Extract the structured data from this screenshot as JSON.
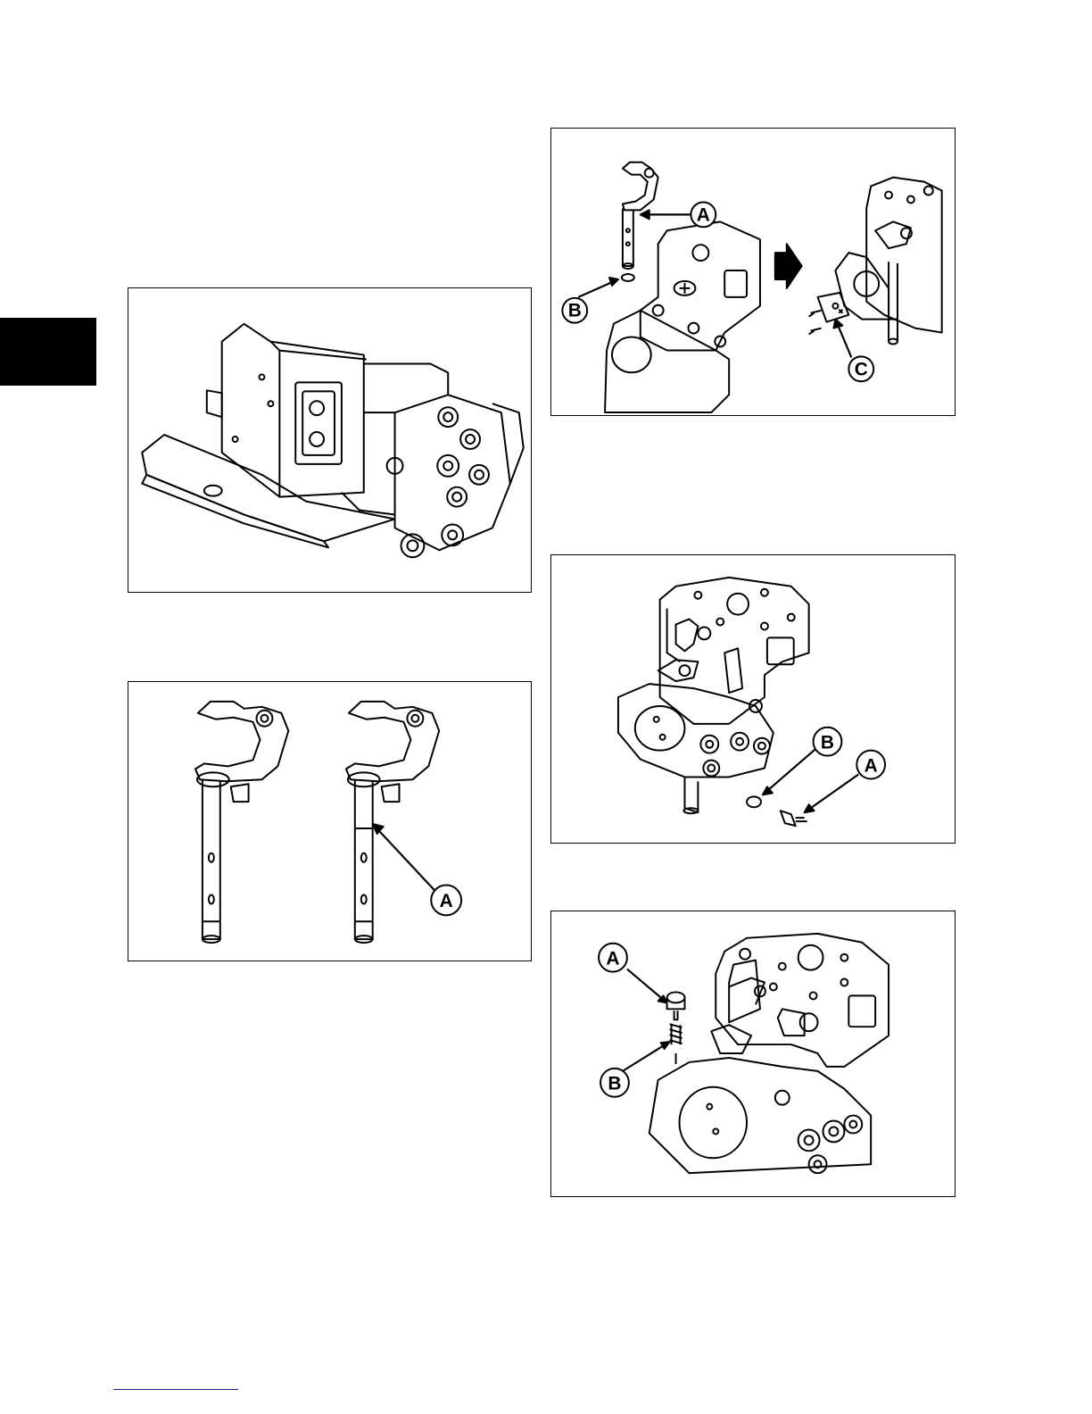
{
  "figures": [
    {
      "id": "fig1",
      "callouts": []
    },
    {
      "id": "fig2",
      "callouts": [
        "A"
      ]
    },
    {
      "id": "fig3",
      "callouts": [
        "A",
        "B",
        "C"
      ]
    },
    {
      "id": "fig4",
      "callouts": [
        "B",
        "A"
      ]
    },
    {
      "id": "fig5",
      "callouts": [
        "A",
        "B"
      ]
    }
  ],
  "colors": {
    "line": "#000000",
    "page": "#ffffff",
    "footer_rule": "#1a2a8c",
    "tab": "#000000"
  }
}
